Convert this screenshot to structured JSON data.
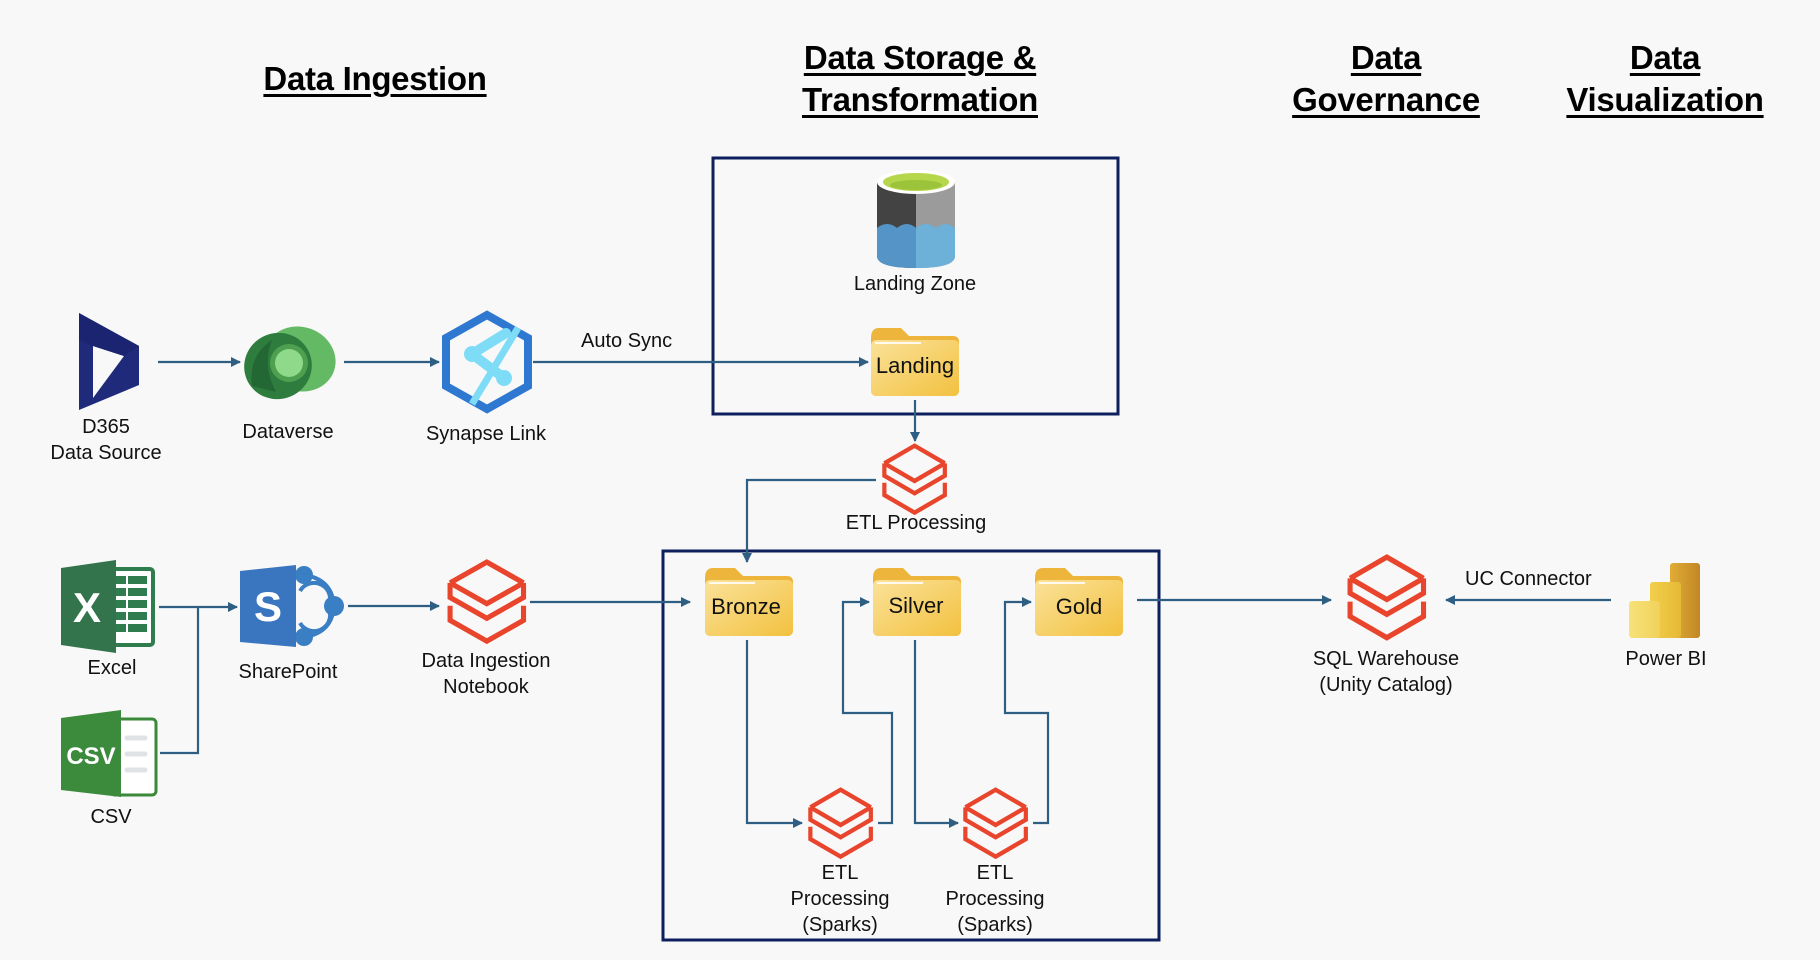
{
  "headings": {
    "ingestion": "Data Ingestion",
    "storage_line1": "Data Storage &",
    "storage_line2": "Transformation",
    "governance_line1": "Data",
    "governance_line2": "Governance",
    "visualization_line1": "Data",
    "visualization_line2": "Visualization"
  },
  "nodes": {
    "d365": {
      "line1": "D365",
      "line2": "Data Source",
      "icon": "dynamics-365-icon"
    },
    "dataverse": {
      "label": "Dataverse",
      "icon": "dataverse-icon"
    },
    "synapse": {
      "label": "Synapse Link",
      "icon": "synapse-link-icon"
    },
    "landing_zone": {
      "label": "Landing Zone",
      "icon": "data-lake-storage-icon"
    },
    "landing": {
      "label": "Landing",
      "icon": "folder-icon"
    },
    "etl_top": {
      "label": "ETL Processing",
      "icon": "databricks-icon"
    },
    "excel": {
      "label": "Excel",
      "icon": "excel-icon"
    },
    "csv": {
      "label": "CSV",
      "icon_text": "CSV",
      "icon": "csv-icon"
    },
    "sharepoint": {
      "label": "SharePoint",
      "icon_text": "S",
      "icon": "sharepoint-icon"
    },
    "notebook": {
      "line1": "Data Ingestion",
      "line2": "Notebook",
      "icon": "databricks-icon"
    },
    "bronze": {
      "label": "Bronze",
      "icon": "folder-icon"
    },
    "silver": {
      "label": "Silver",
      "icon": "folder-icon"
    },
    "gold": {
      "label": "Gold",
      "icon": "folder-icon"
    },
    "etl_spark_1": {
      "line1": "ETL",
      "line2": "Processing",
      "line3": "(Sparks)",
      "icon": "databricks-icon"
    },
    "etl_spark_2": {
      "line1": "ETL",
      "line2": "Processing",
      "line3": "(Sparks)",
      "icon": "databricks-icon"
    },
    "sql_warehouse": {
      "line1": "SQL Warehouse",
      "line2": "(Unity Catalog)",
      "icon": "databricks-icon"
    },
    "power_bi": {
      "label": "Power BI",
      "icon": "power-bi-icon"
    }
  },
  "edges": {
    "auto_sync": "Auto Sync",
    "uc_connector": "UC Connector"
  },
  "colors": {
    "arrow": "#2e5f82",
    "box_border": "#0d1f5c",
    "databricks": "#e8452c",
    "folder": "#f5c54a"
  }
}
